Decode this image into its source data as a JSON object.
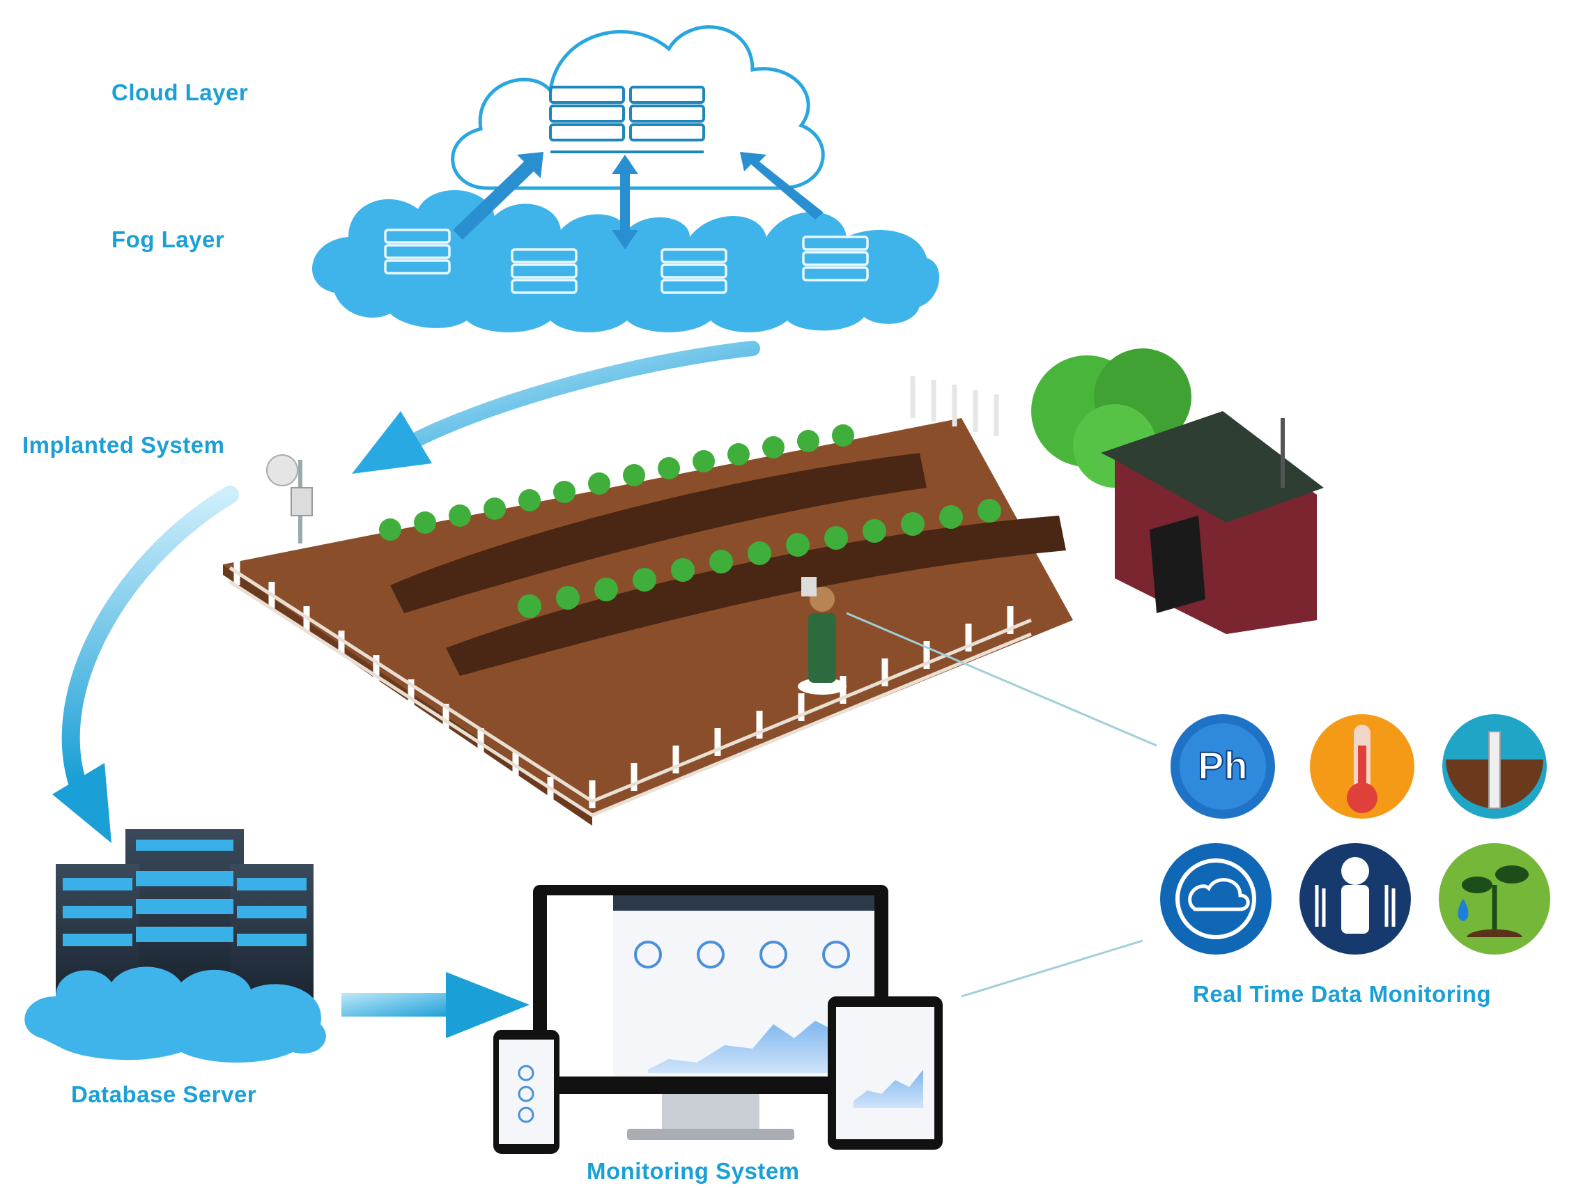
{
  "labels": {
    "cloud_layer": "Cloud Layer",
    "fog_layer": "Fog Layer",
    "implanted_system": "Implanted System",
    "database_server": "Database Server",
    "monitoring_system": "Monitoring System",
    "real_time_data_monitoring": "Real Time Data Monitoring"
  },
  "icons": {
    "ph_text": "Ph",
    "names": [
      "ph-sensor-icon",
      "temperature-sensor-icon",
      "soil-moisture-icon",
      "weather-icon",
      "farmer-crop-icon",
      "plant-watering-icon"
    ]
  },
  "colors": {
    "label_blue": "#1a9fd6",
    "fog_blue": "#3fb4ea",
    "arrow_blue": "#29a9e1",
    "soil_brown": "#8a4f2a",
    "barn_red": "#7a2530"
  }
}
